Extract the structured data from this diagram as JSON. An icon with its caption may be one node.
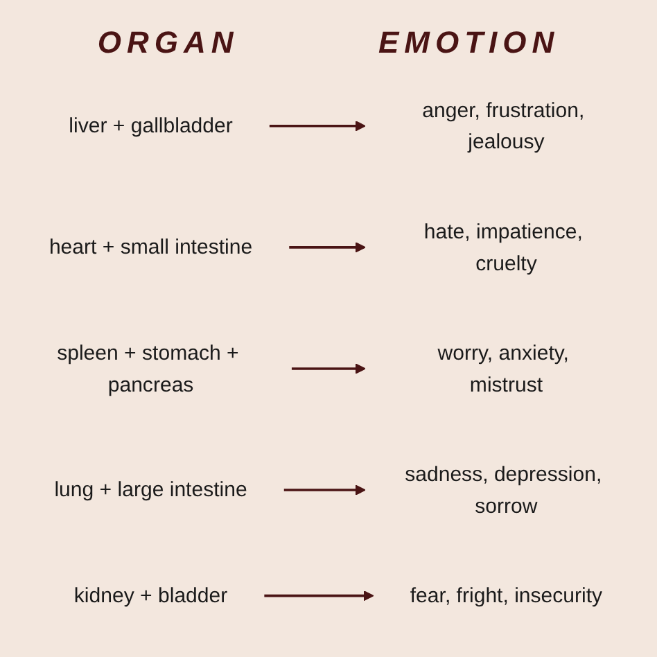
{
  "diagram": {
    "nodes": [
      {
        "text": [
          "liver + gallbladder"
        ]
      },
      {
        "text": [
          "anger, frustration, jealousy"
        ]
      },
      {
        "text": [
          "heart + small intestine"
        ]
      },
      {
        "text": [
          "hate, impatience, cruelty"
        ]
      },
      {
        "text": [
          "spleen + stomach + pancreas"
        ]
      },
      {
        "text": [
          "worry, anxiety, mistrust"
        ]
      },
      {
        "text": [
          "lung + large intestine"
        ]
      },
      {
        "text": [
          "sadness, depression, sorrow"
        ]
      },
      {
        "text": [
          "kidney + bladder"
        ]
      },
      {
        "text": [
          "fear, fright, insecurity"
        ]
      }
    ],
    "edges": [
      {
        "from": 0,
        "to": 1,
        "arrow": "to"
      },
      {
        "from": 2,
        "to": 3,
        "arrow": "to"
      },
      {
        "from": 4,
        "to": 5,
        "arrow": "to"
      },
      {
        "from": 6,
        "to": 7,
        "arrow": "to"
      },
      {
        "from": 8,
        "to": 9,
        "arrow": "to"
      }
    ],
    "labels": [
      "ORGAN",
      "EMOTION"
    ]
  }
}
